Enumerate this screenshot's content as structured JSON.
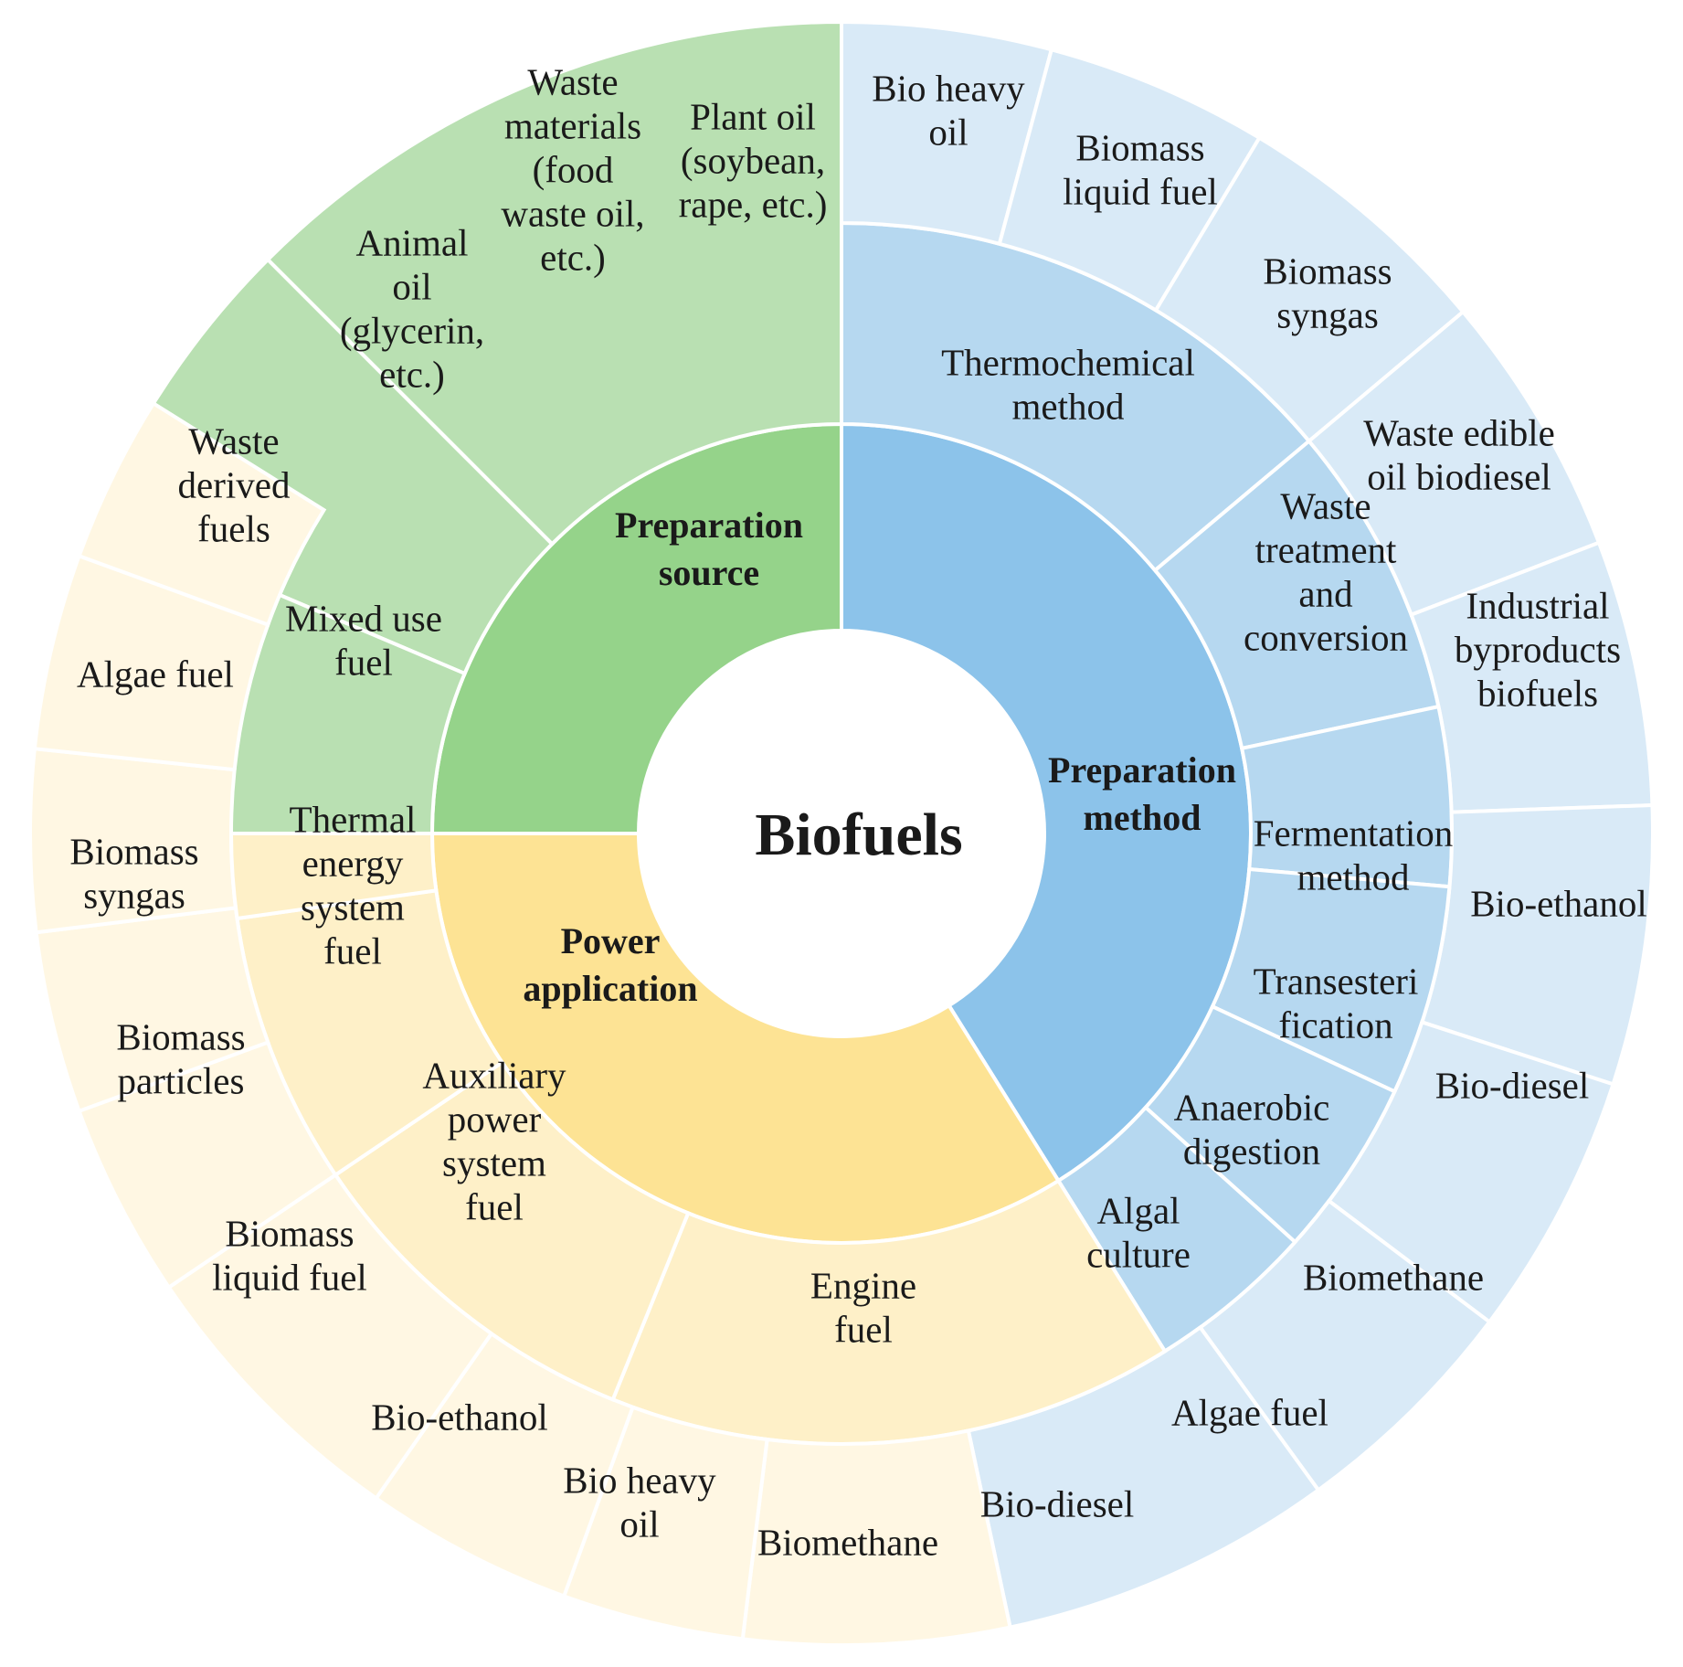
{
  "center": {
    "label": "Biofuels"
  },
  "colors": {
    "green": [
      "#95d38a",
      "#b9e0b2",
      "#cfe9c8"
    ],
    "blue": [
      "#8cc3ea",
      "#b6d8f0",
      "#d9eaf7"
    ],
    "yellow": [
      "#fde394",
      "#fef0c8",
      "#fff7e3"
    ]
  },
  "categories": [
    {
      "label": "Preparation source",
      "color": "green",
      "methods": [
        {
          "label": "Plant oil (soybean, rape, etc.)",
          "products": []
        },
        {
          "label": "Waste materials (food waste oil, etc.)",
          "products": []
        },
        {
          "label": "Animal oil (glycerin, etc.)",
          "products": []
        }
      ]
    },
    {
      "label": "Preparation method",
      "color": "blue",
      "methods": [
        {
          "label": "Thermochemical method",
          "products": [
            "Bio heavy oil",
            "Biomass liquid fuel",
            "Biomass syngas"
          ]
        },
        {
          "label": "Waste treatment and conversion",
          "products": [
            "Waste edible oil biodiesel",
            "Industrial byproducts biofuels"
          ]
        },
        {
          "label": "Fermentation method",
          "products": [
            "Bio-ethanol"
          ]
        },
        {
          "label": "Transesteri fication",
          "products": [
            "Bio-diesel"
          ]
        },
        {
          "label": "Anaerobic digestion",
          "products": [
            "Biomethane"
          ]
        },
        {
          "label": "Algal culture",
          "products": [
            "Algae fuel"
          ]
        }
      ]
    },
    {
      "label": "Power application",
      "color": "yellow",
      "methods": [
        {
          "label": "Engine fuel",
          "products": [
            "Bio-diesel",
            "Biomethane",
            "Bio heavy oil"
          ]
        },
        {
          "label": "Auxiliary power system fuel",
          "products": [
            "Bio-ethanol",
            "Biomass liquid fuel"
          ]
        },
        {
          "label": "Thermal energy system fuel",
          "products": [
            "Biomass particles",
            "Biomass syngas"
          ]
        },
        {
          "label": "Mixed use fuel",
          "products": [
            "Algae fuel",
            "Waste derived fuels"
          ]
        }
      ]
    }
  ]
}
